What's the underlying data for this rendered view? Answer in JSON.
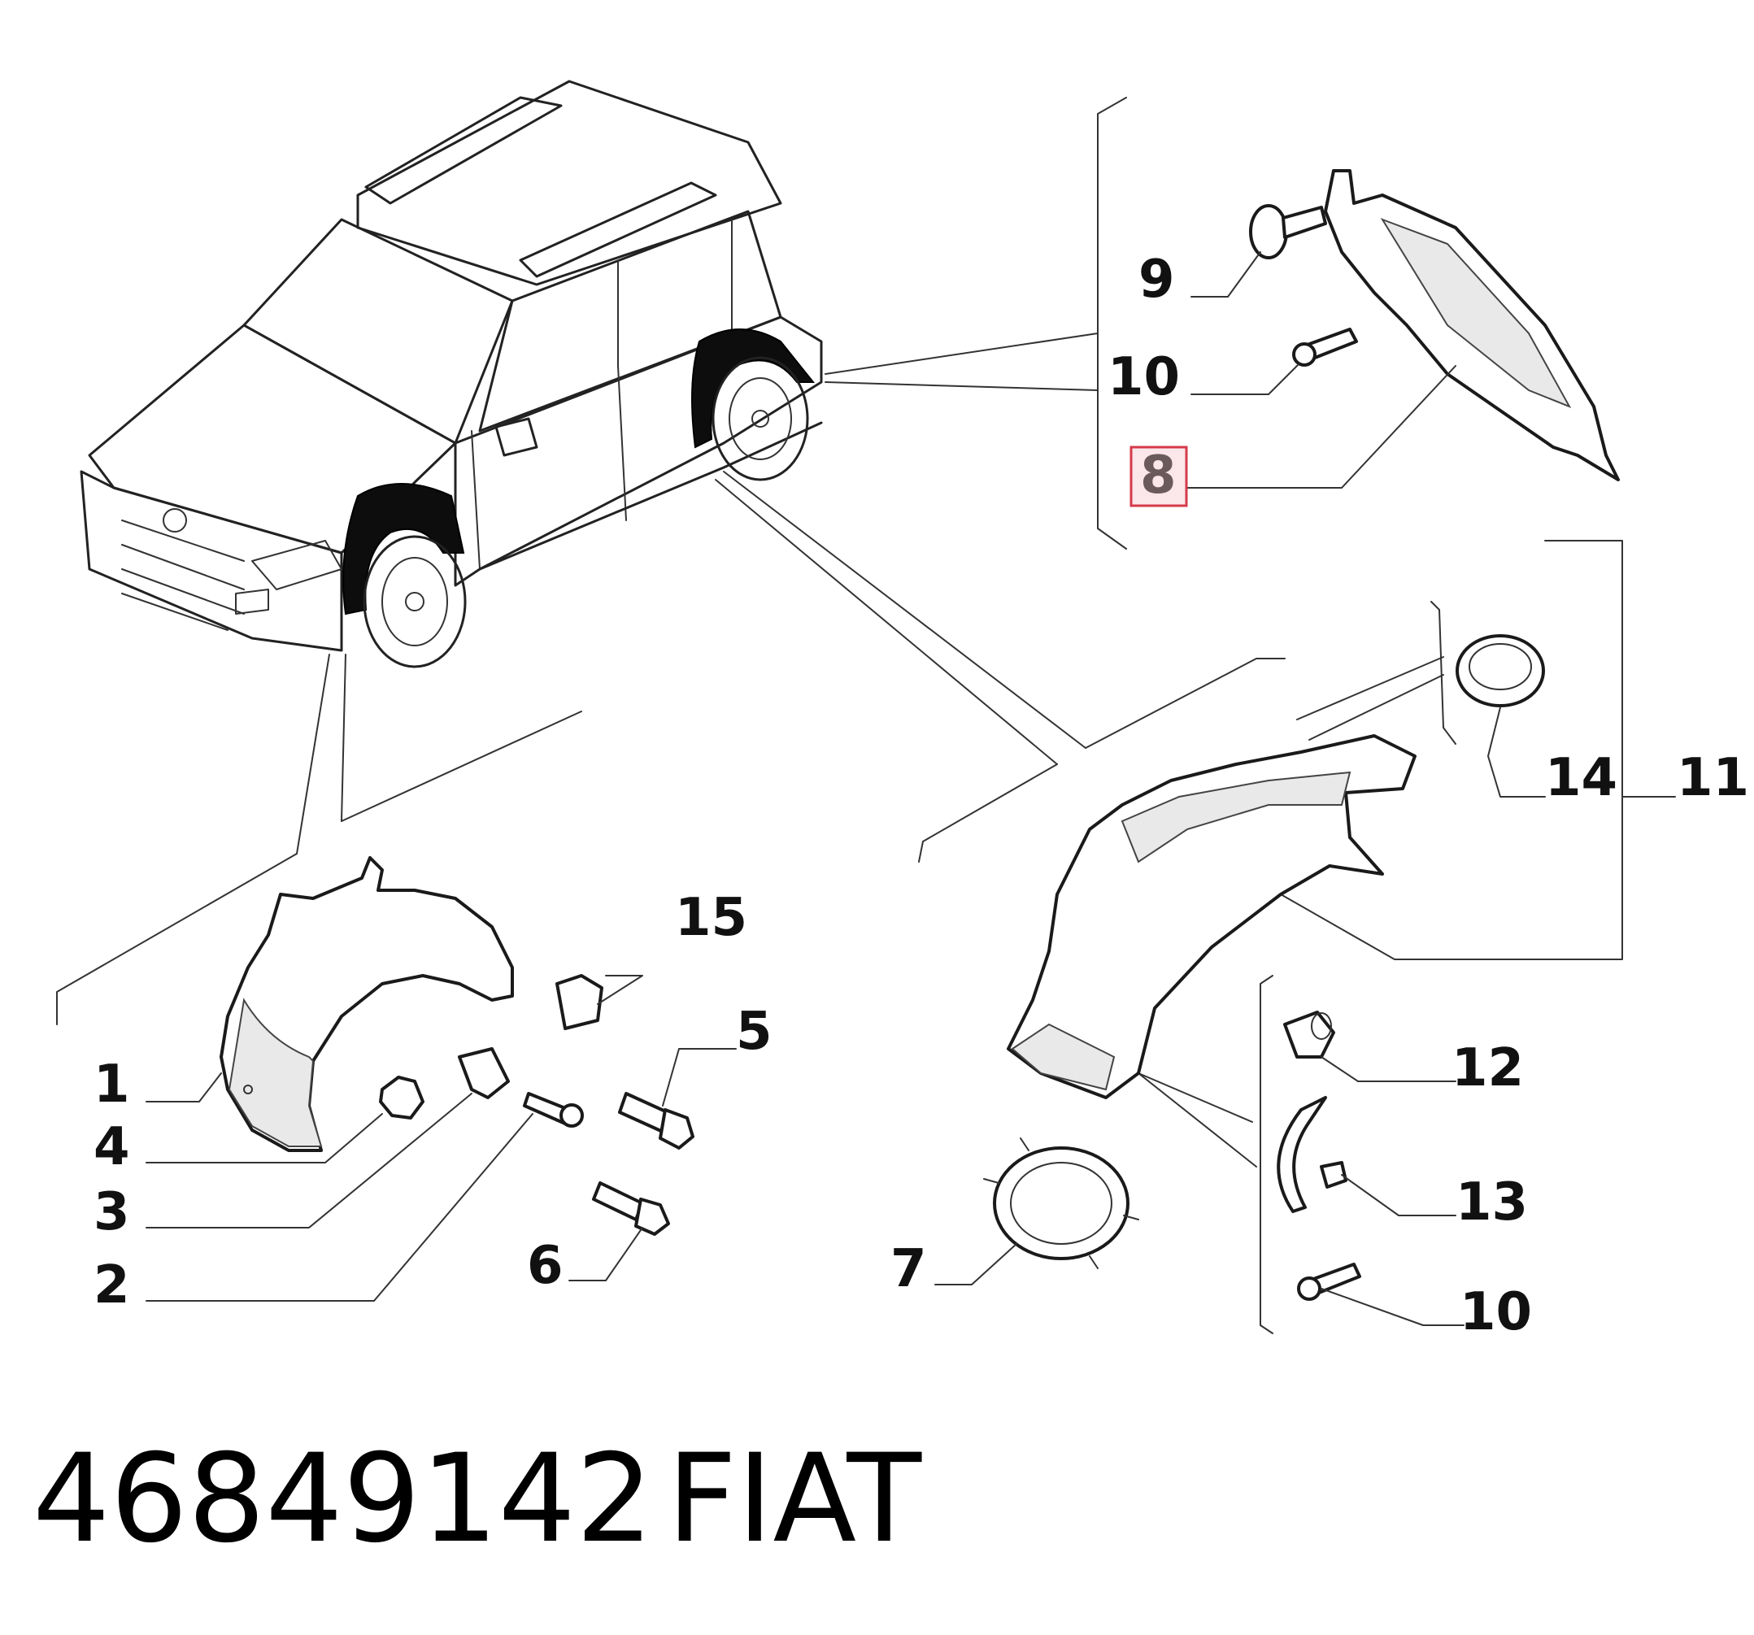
{
  "callouts": {
    "c1": "1",
    "c2": "2",
    "c3": "3",
    "c4": "4",
    "c5": "5",
    "c6": "6",
    "c7": "7",
    "c8": "8",
    "c9": "9",
    "c10a": "10",
    "c10b": "10",
    "c11": "11",
    "c12": "12",
    "c13": "13",
    "c14": "14",
    "c15": "15"
  },
  "highlighted_callout": "8",
  "colors": {
    "highlight_fill": "#fbe6ea",
    "highlight_stroke": "#d63a4a"
  },
  "footer": {
    "part_number": "46849142",
    "brand": "FIAT"
  }
}
